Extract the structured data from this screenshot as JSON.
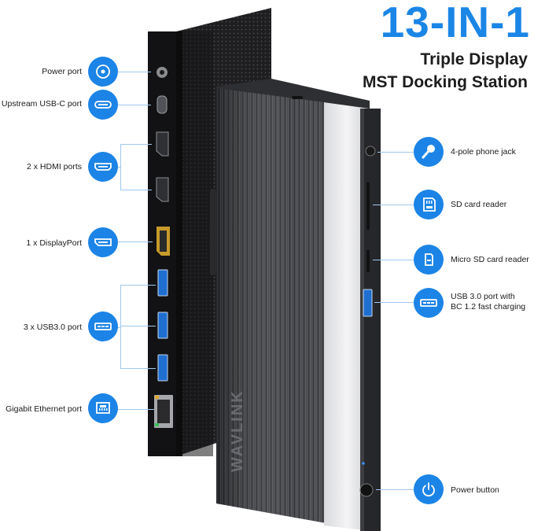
{
  "title": {
    "main": "13-IN-1",
    "line1": "Triple Display",
    "line2": "MST Docking Station"
  },
  "device_printing": {
    "logo": "WAVLINK"
  },
  "left_ports": [
    {
      "label": "Power port",
      "icon": "power-port-icon"
    },
    {
      "label": "Upstream USB-C port",
      "icon": "usb-c-icon"
    },
    {
      "label": "2 x HDMI ports",
      "icon": "hdmi-icon"
    },
    {
      "label": "1 x DisplayPort",
      "icon": "displayport-icon"
    },
    {
      "label": "3 x USB3.0 port",
      "icon": "usb-a-icon"
    },
    {
      "label": "Gigabit Ethernet port",
      "icon": "ethernet-icon"
    }
  ],
  "right_ports": [
    {
      "label": "4-pole phone jack",
      "icon": "microphone-icon"
    },
    {
      "label": "SD card reader",
      "icon": "sd-card-icon"
    },
    {
      "label": "Micro SD card reader",
      "icon": "micro-sd-icon"
    },
    {
      "label": "USB 3.0 port with",
      "label2": "BC 1.2 fast charging",
      "icon": "usb-a-icon"
    },
    {
      "label": "Power button",
      "icon": "power-button-icon"
    }
  ],
  "colors": {
    "accent_blue": "#1c84e6",
    "title_blue": "#1a86e6",
    "device_dark": "#1c1c1e",
    "panel_silver": "#e9eaec",
    "usb_blue": "#1f6fd1",
    "dp_gold": "#c79a2a"
  }
}
